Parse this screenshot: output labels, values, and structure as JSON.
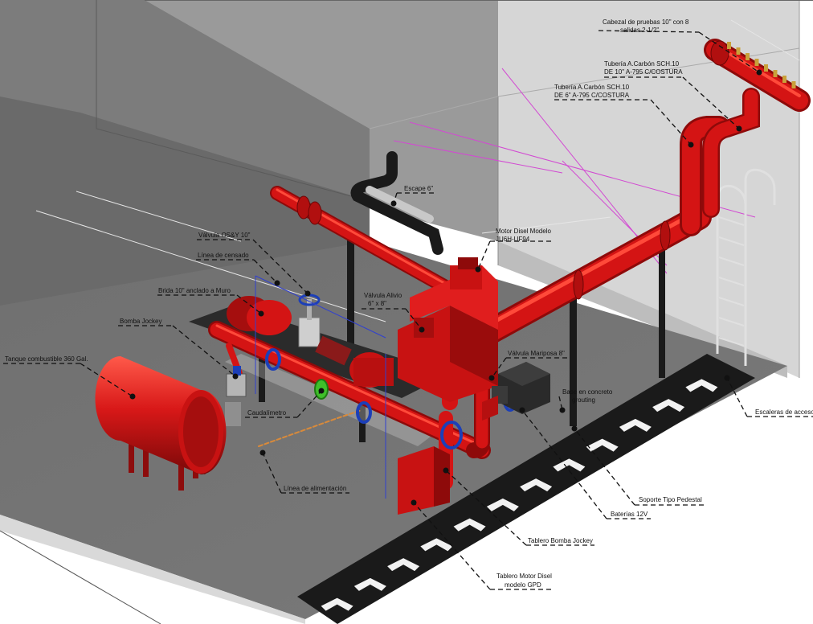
{
  "labels": {
    "cabezal_l1": "Cabezal de pruebas 10\" con 8",
    "cabezal_l2": "salidas 2-1/2\"",
    "tuberia10_l1": "Tubería A.Carbón SCH.10",
    "tuberia10_l2": "DE  10\" A-795 C/COSTURA",
    "tuberia6_l1": "Tubería A.Carbón SCH.10",
    "tuberia6_l2": "DE  6\" A-795 C/COSTURA",
    "escape": "Escape 6\"",
    "motor_l1": "Motor Disel Modelo",
    "motor_l2": "JU6H-UF94",
    "valvula_osy": "Válvula OS&Y 10\"",
    "linea_censado": "Línea de censado",
    "brida": "Brida 10\" anclado a Muro",
    "valvula_alivio_l1": "Válvula Alivio",
    "valvula_alivio_l2": "6\" x 8\"",
    "bomba_jockey": "Bomba Jockey",
    "valvula_mariposa": "Válvula Mariposa 8\"",
    "tanque": "Tanque combustible 360 Gal.",
    "base_l1": "Base en concreto",
    "base_l2": "grouting",
    "escaleras": "Escaleras de acceso",
    "caudalimetro": "Caudalímetro",
    "linea_alimentacion": "Línea de alimentación",
    "soporte": "Soporte Tipo Pedestal",
    "baterias": "Baterías 12V",
    "tablero_jockey": "Tablero Bomba Jockey",
    "tablero_motor_l1": "Tablero Motor Disel",
    "tablero_motor_l2": "modelo GPD"
  },
  "colors": {
    "pipe_red": "#d41414",
    "pipe_red_dark": "#8e0a0a",
    "pipe_red_light": "#ff4a3a",
    "wall_gray": "#8c8c8c",
    "floor_gray": "#747474",
    "valve_blue": "#1c3fb8",
    "flowmeter_green": "#3fbf2a",
    "guide_magenta": "#d24ad2",
    "stripe_black": "#1a1a1a",
    "stripe_white": "#f2f2f2"
  }
}
